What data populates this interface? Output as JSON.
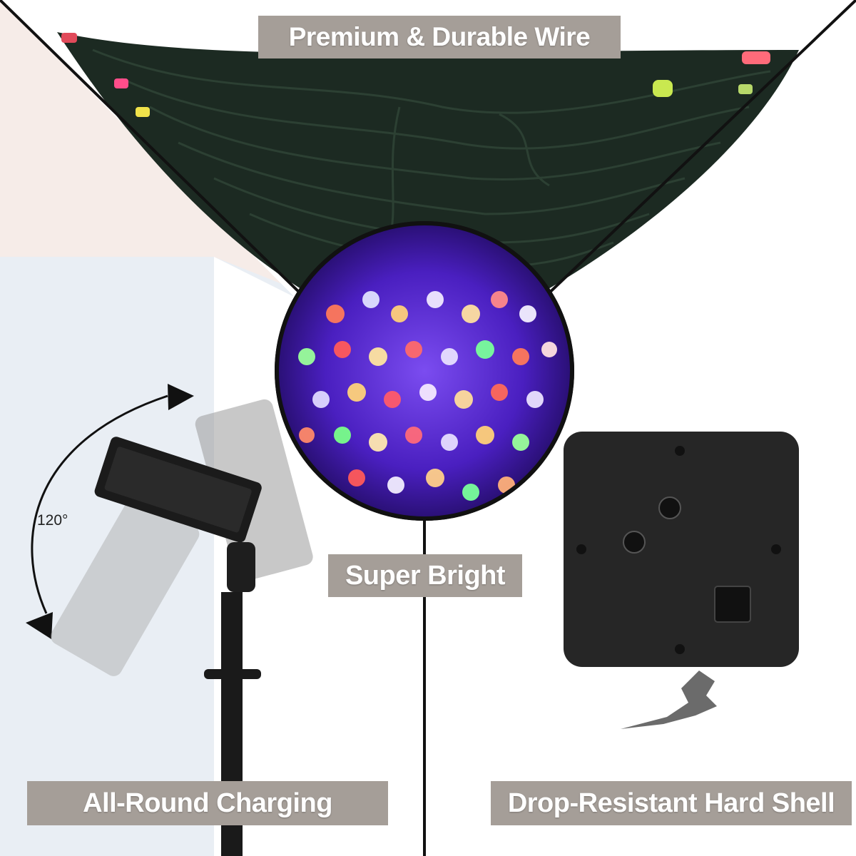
{
  "panels": {
    "wire": {
      "label": "Premium & Durable Wire"
    },
    "bright": {
      "label": "Super Bright"
    },
    "charging": {
      "label": "All-Round Charging",
      "rotation_label": "120°"
    },
    "shell": {
      "label": "Drop-Resistant Hard Shell"
    }
  },
  "colors": {
    "banner_bg": "#a59e98",
    "banner_text": "#ffffff",
    "wire": "#1c2a22",
    "led_glow": "#5b2bd8",
    "left_background": "#e9eef4",
    "top_left_background": "#f6ece8"
  },
  "icons": [
    "rotate-arrow-icon",
    "solar-panel",
    "control-box",
    "crack-graphic"
  ]
}
